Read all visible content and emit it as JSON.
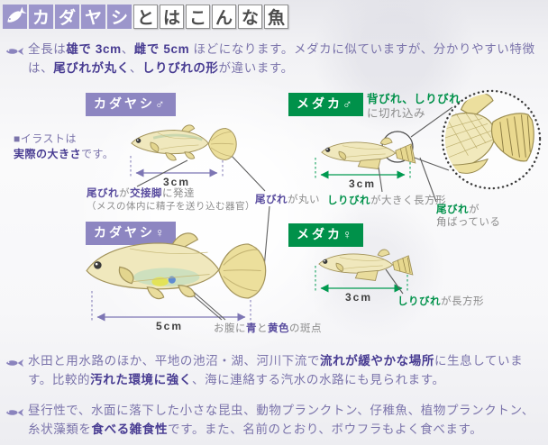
{
  "title": {
    "hl": [
      "カ",
      "ダ",
      "ヤ",
      "シ"
    ],
    "plain": [
      "と",
      "は",
      "こ",
      "ん",
      "な",
      "魚"
    ]
  },
  "intro": {
    "rich": [
      {
        "t": "全長は"
      },
      {
        "t": "雄で 3cm",
        "b": true
      },
      {
        "t": "、"
      },
      {
        "t": "雌で 5cm",
        "b": true
      },
      {
        "t": " ほどになります。メダカに似ていますが、分かりやすい特徴は、"
      },
      {
        "t": "尾びれが丸く",
        "b": true
      },
      {
        "t": "、"
      },
      {
        "t": "しりびれの形",
        "b": true
      },
      {
        "t": "が違います。"
      }
    ]
  },
  "habitat": {
    "rich": [
      {
        "t": "水田と用水路のほか、平地の池沼・湖、河川下流で"
      },
      {
        "t": "流れが緩やかな場所",
        "b": true
      },
      {
        "t": "に生息しています。比較的"
      },
      {
        "t": "汚れた環境に強く",
        "b": true
      },
      {
        "t": "、海に連絡する汽水の水路にも見られます。"
      }
    ]
  },
  "diet": {
    "rich": [
      {
        "t": "昼行性で、水面に落下した小さな昆虫、動物プランクトン、仔稚魚、植物プランクトン、糸状藻類を"
      },
      {
        "t": "食べる雑食性",
        "b": true
      },
      {
        "t": "です。また、名前のとおり、ボウフラもよく食べます。"
      }
    ]
  },
  "note": {
    "line1": [
      {
        "t": "■イラストは"
      }
    ],
    "line2": [
      {
        "t": "実際の大きさ",
        "b": true
      },
      {
        "t": "です。"
      }
    ]
  },
  "badges": {
    "kadayashi_male": "カダヤシ♂",
    "kadayashi_female": "カダヤシ♀",
    "medaka_male": "メダカ♂",
    "medaka_female": "メダカ♀"
  },
  "measurements": {
    "kadayashi_male": "3cm",
    "kadayashi_female": "5cm",
    "medaka_male": "3cm",
    "medaka_female": "3cm"
  },
  "annotations": {
    "k_tail_male": {
      "line1": [
        {
          "t": "尾びれ",
          "b": true,
          "c": "purple"
        },
        {
          "t": "が"
        },
        {
          "t": "交接脚",
          "b": true,
          "c": "purple"
        },
        {
          "t": "に発達"
        }
      ],
      "line2": [
        {
          "t": "（メスの体内に精子を送り込む器官）"
        }
      ]
    },
    "k_tail_round": {
      "line1": [
        {
          "t": "尾びれ",
          "b": true,
          "c": "purple"
        },
        {
          "t": "が丸い"
        }
      ]
    },
    "k_belly": {
      "line1": [
        {
          "t": "お腹に"
        },
        {
          "t": "青",
          "b": true,
          "c": "purple"
        },
        {
          "t": "と"
        },
        {
          "t": "黄色",
          "b": true,
          "c": "purple"
        },
        {
          "t": "の斑点"
        }
      ]
    },
    "m_notch": {
      "line1": [
        {
          "t": "背びれ、しりびれ",
          "b": true,
          "c": "green"
        }
      ],
      "line2": [
        {
          "t": "に切れ込み"
        }
      ]
    },
    "m_anal_male": {
      "line1": [
        {
          "t": "しりびれ",
          "b": true,
          "c": "green"
        },
        {
          "t": "が大きく長方形"
        }
      ]
    },
    "m_tail": {
      "line1": [
        {
          "t": "尾びれ",
          "b": true,
          "c": "green"
        },
        {
          "t": "が"
        }
      ],
      "line2": [
        {
          "t": "角ばっている"
        }
      ]
    },
    "m_anal_female": {
      "line1": [
        {
          "t": "しりびれ",
          "b": true,
          "c": "green"
        },
        {
          "t": "が長方形"
        }
      ]
    }
  },
  "colors": {
    "title_box_purple": "#9c96cb",
    "badge_purple": "#8d86c1",
    "badge_green": "#00914a",
    "keyword_purple": "#584b9e",
    "keyword_green": "#00914a",
    "body_text": "#7b74ab",
    "body_bold": "#483c92",
    "annotation_gray": "#8c8c8c",
    "measure_purple": "#7d76b4",
    "measure_green": "#009a50"
  }
}
